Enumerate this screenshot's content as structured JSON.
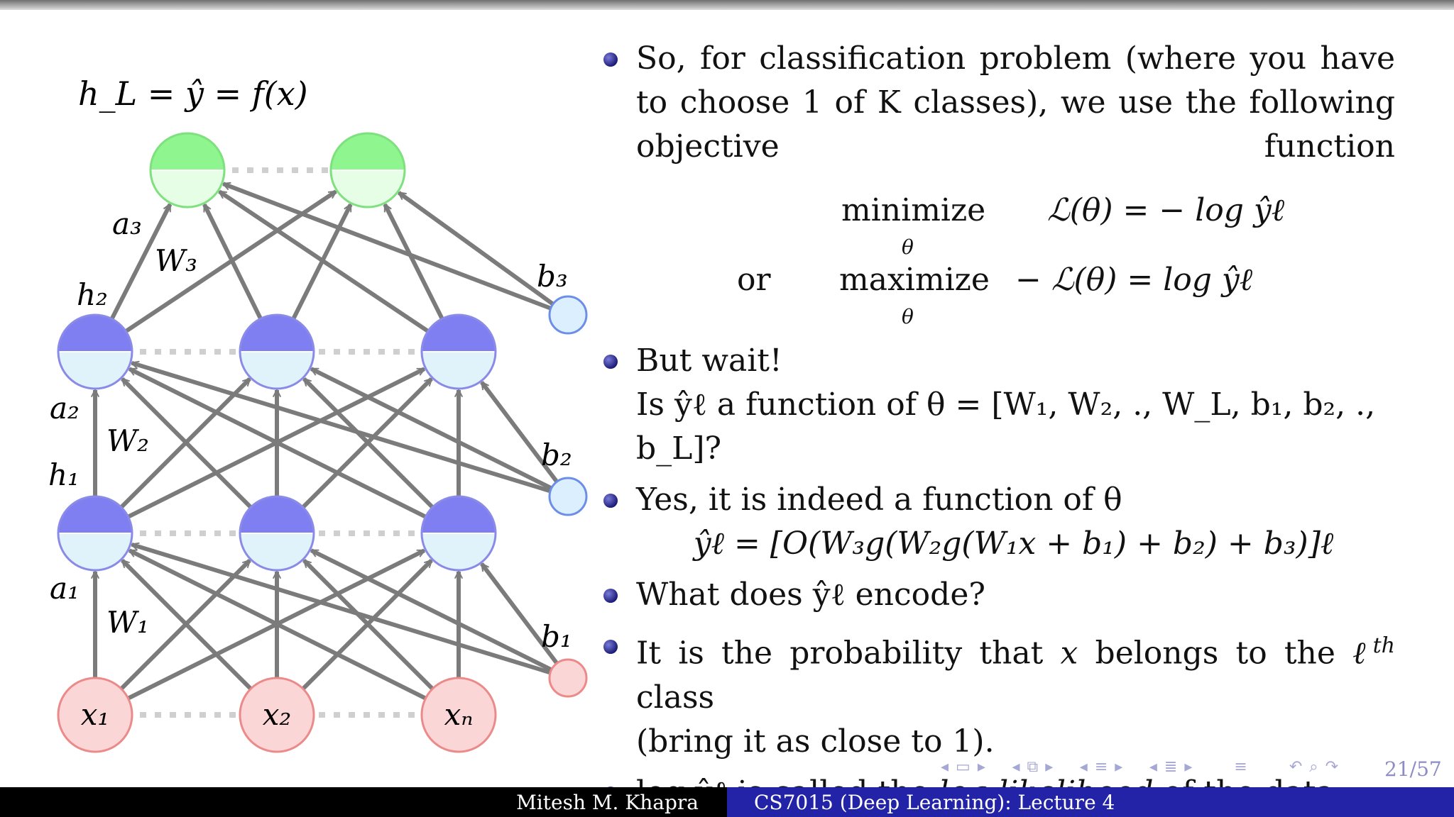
{
  "slide": {
    "diagram_title": "h_L = ŷ = f(x)",
    "bias_labels": {
      "b3": "b₃",
      "b2": "b₂",
      "b1": "b₁"
    },
    "layer_labels": {
      "a3": "a₃",
      "W3": "W₃",
      "h2": "h₂",
      "a2": "a₂",
      "W2": "W₂",
      "h1": "h₁",
      "a1": "a₁",
      "W1": "W₁"
    },
    "input_labels": [
      "x₁",
      "x₂",
      "xₙ"
    ],
    "colors": {
      "output_fill": "#8ff58f",
      "output_bg": "#e6fde6",
      "output_stroke": "#7fe07f",
      "hidden_fill": "#7f7ff2",
      "hidden_bg": "#e0f3fb",
      "hidden_stroke": "#8a8ae8",
      "input_fill": "#fbd6d6",
      "input_stroke": "#ec8a8a",
      "bias_fill": "#dbefff",
      "bias_stroke": "#6c8ee8",
      "edge": "#7b7b7b",
      "dotted": "#cfcfcf"
    },
    "bullets": {
      "b1": "So, for classification problem (where you have to choose 1 of K classes), we use the following objective function",
      "b2_line1": "But wait!",
      "b2_line2": "Is ŷℓ a function of θ = [W₁, W₂, ., W_L, b₁, b₂, ., b_L]?",
      "b3": "Yes, it is indeed a function of θ",
      "b3_eq": "ŷℓ = [O(W₃g(W₂g(W₁x + b₁) + b₂) + b₃)]ℓ",
      "b4": "What does ŷℓ encode?",
      "b5_line1_pre": "It is the probability that ",
      "b5_x": "x",
      "b5_line1_mid": " belongs to the ",
      "b5_ell": "ℓ",
      "b5_th": "th",
      "b5_line1_post": " class",
      "b5_line2": "(bring it as close to 1).",
      "b6_pre": "log ŷℓ is called the ",
      "b6_em": "log-likelihood",
      "b6_post": " of the data."
    },
    "objective": {
      "minimize": "minimize",
      "maximize": "maximize",
      "under": "θ",
      "or": "or",
      "min_rhs": "ℒ(θ) = − log ŷℓ",
      "max_rhs": "− ℒ(θ) = log ŷℓ"
    },
    "page": "21/57",
    "footer_author": "Mitesh M. Khapra",
    "footer_course": "CS7015 (Deep Learning): Lecture 4"
  }
}
